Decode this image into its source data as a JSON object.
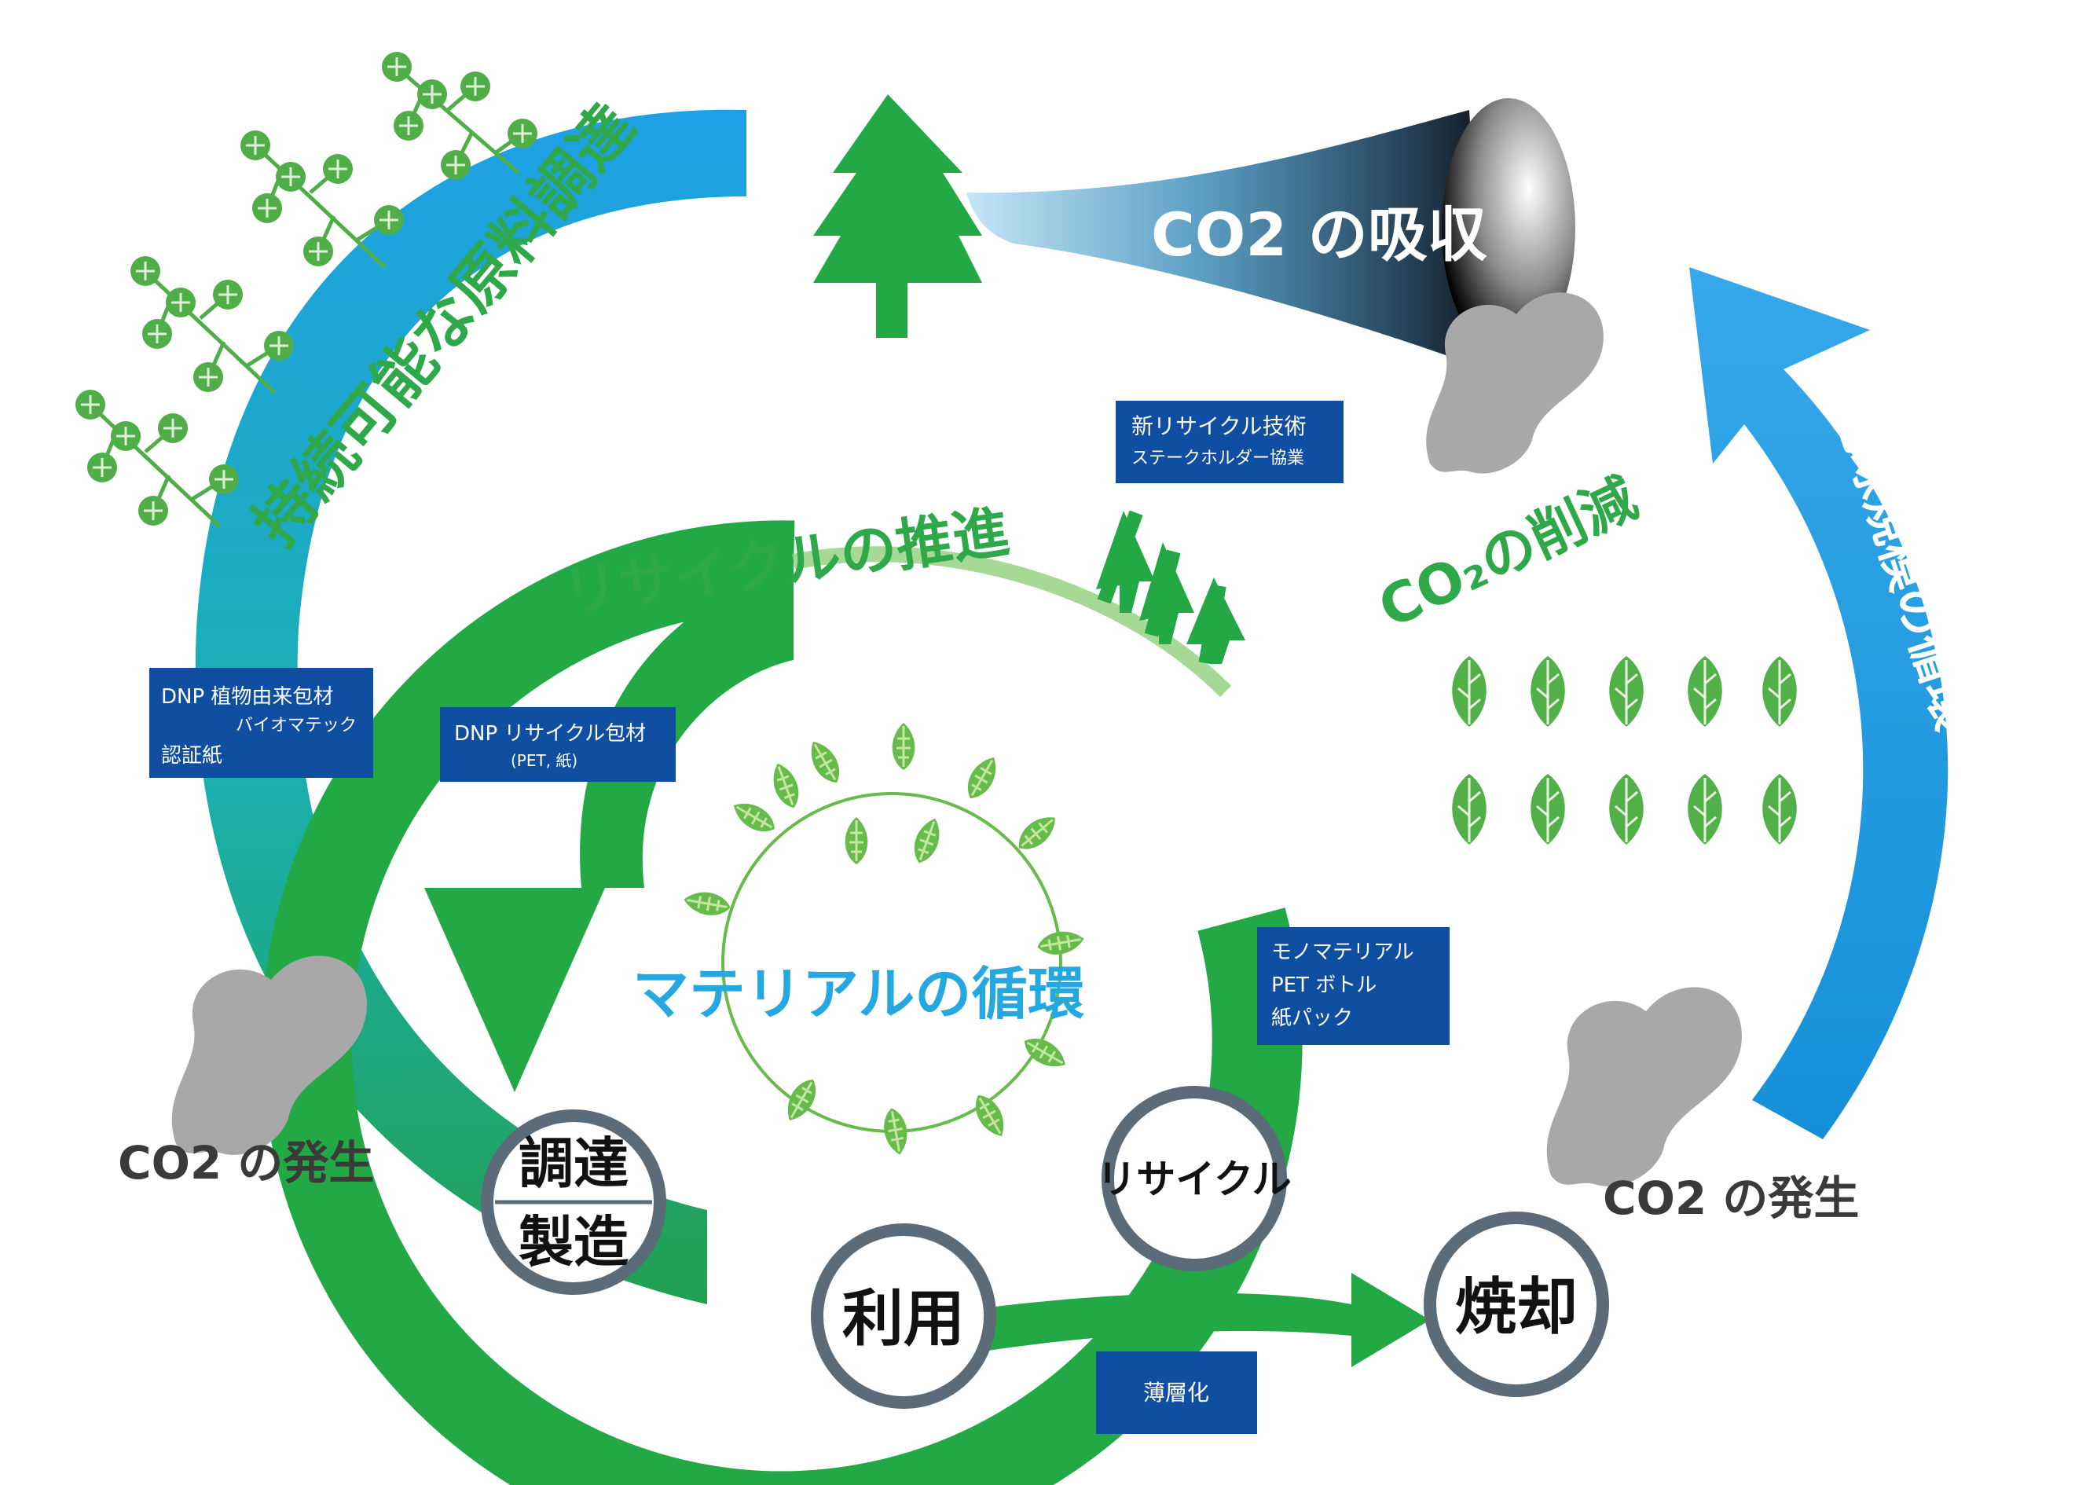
{
  "colors": {
    "green": "#2fa84a",
    "light_green": "#6cc070",
    "blue": "#1ea0e6",
    "navy_box": "#0f4ea0",
    "gray_cloud": "#a8a8a8",
    "node_ring": "#5b6b78",
    "cyan_text": "#25a8e0"
  },
  "labels": {
    "sustainable_sourcing": "持続可能な原料調達",
    "recycle_promotion": "リサイクルの推進",
    "material_cycle": "マテリアルの循環",
    "global_cycle": "地球規模の循環",
    "co2_absorb": "CO2 の吸収",
    "co2_reduce": "CO₂の削減",
    "co2_emit_left": "CO2 の発生",
    "co2_emit_right": "CO2 の発生"
  },
  "nodes": {
    "procure": "調達",
    "manufacture": "製造",
    "use": "利用",
    "recycle": "リサイクル",
    "incinerate": "焼却"
  },
  "boxes": {
    "new_recycle": [
      "新リサイクル技術",
      "ステークホルダー協業"
    ],
    "dnp_plant": [
      "DNP 植物由来包材",
      "バイオマテック",
      "認証紙"
    ],
    "dnp_recycle": [
      "DNP リサイクル包材",
      "(PET, 紙)"
    ],
    "mono_material": [
      "モノマテリアル",
      "PET ボトル",
      "紙パック"
    ],
    "thin_layer": [
      "薄層化"
    ]
  },
  "icons": {
    "tree": "tree-icon",
    "cloud": "smoke-cloud-icon",
    "leaf": "leaf-icon",
    "sprig": "sprig-icon",
    "vine": "vine-wreath-icon",
    "arrow": "arrow-icon"
  }
}
